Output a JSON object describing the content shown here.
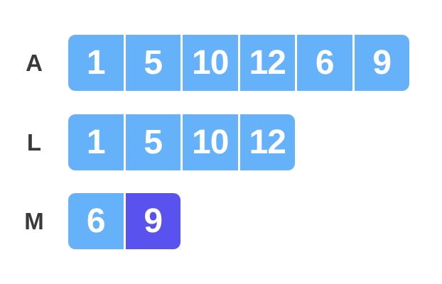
{
  "colors": {
    "background": "#ffffff",
    "cell_blue": "#66b2fa",
    "cell_highlight": "#5a52ef",
    "label_text": "#3a3a3a",
    "cell_text": "#ffffff"
  },
  "rows": [
    {
      "label": "A",
      "cells": [
        {
          "value": "1",
          "highlighted": false
        },
        {
          "value": "5",
          "highlighted": false
        },
        {
          "value": "10",
          "highlighted": false
        },
        {
          "value": "12",
          "highlighted": false
        },
        {
          "value": "6",
          "highlighted": false
        },
        {
          "value": "9",
          "highlighted": false
        }
      ]
    },
    {
      "label": "L",
      "cells": [
        {
          "value": "1",
          "highlighted": false
        },
        {
          "value": "5",
          "highlighted": false
        },
        {
          "value": "10",
          "highlighted": false
        },
        {
          "value": "12",
          "highlighted": false
        }
      ]
    },
    {
      "label": "M",
      "cells": [
        {
          "value": "6",
          "highlighted": false
        },
        {
          "value": "9",
          "highlighted": true
        }
      ]
    }
  ]
}
